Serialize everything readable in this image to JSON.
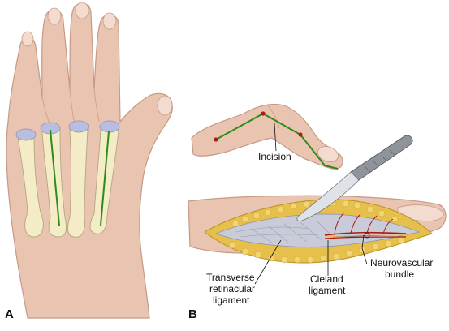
{
  "panels": {
    "a": {
      "letter": "A"
    },
    "b": {
      "letter": "B"
    }
  },
  "labels": {
    "incision": "Incision",
    "transverse_line1": "Transverse",
    "transverse_line2": "retinacular",
    "transverse_line3": "ligament",
    "cleland_line1": "Cleland",
    "cleland_line2": "ligament",
    "neuro_line1": "Neurovascular",
    "neuro_line2": "bundle"
  },
  "colors": {
    "skin": "#e9c4b0",
    "skin_shadow": "#d4a18c",
    "bone": "#f4ecc6",
    "cartilage": "#b9bde0",
    "incision_line": "#2e8b1a",
    "fat": "#e6c04a",
    "vessel": "#b01818",
    "ligament": "#c9ccd8"
  }
}
